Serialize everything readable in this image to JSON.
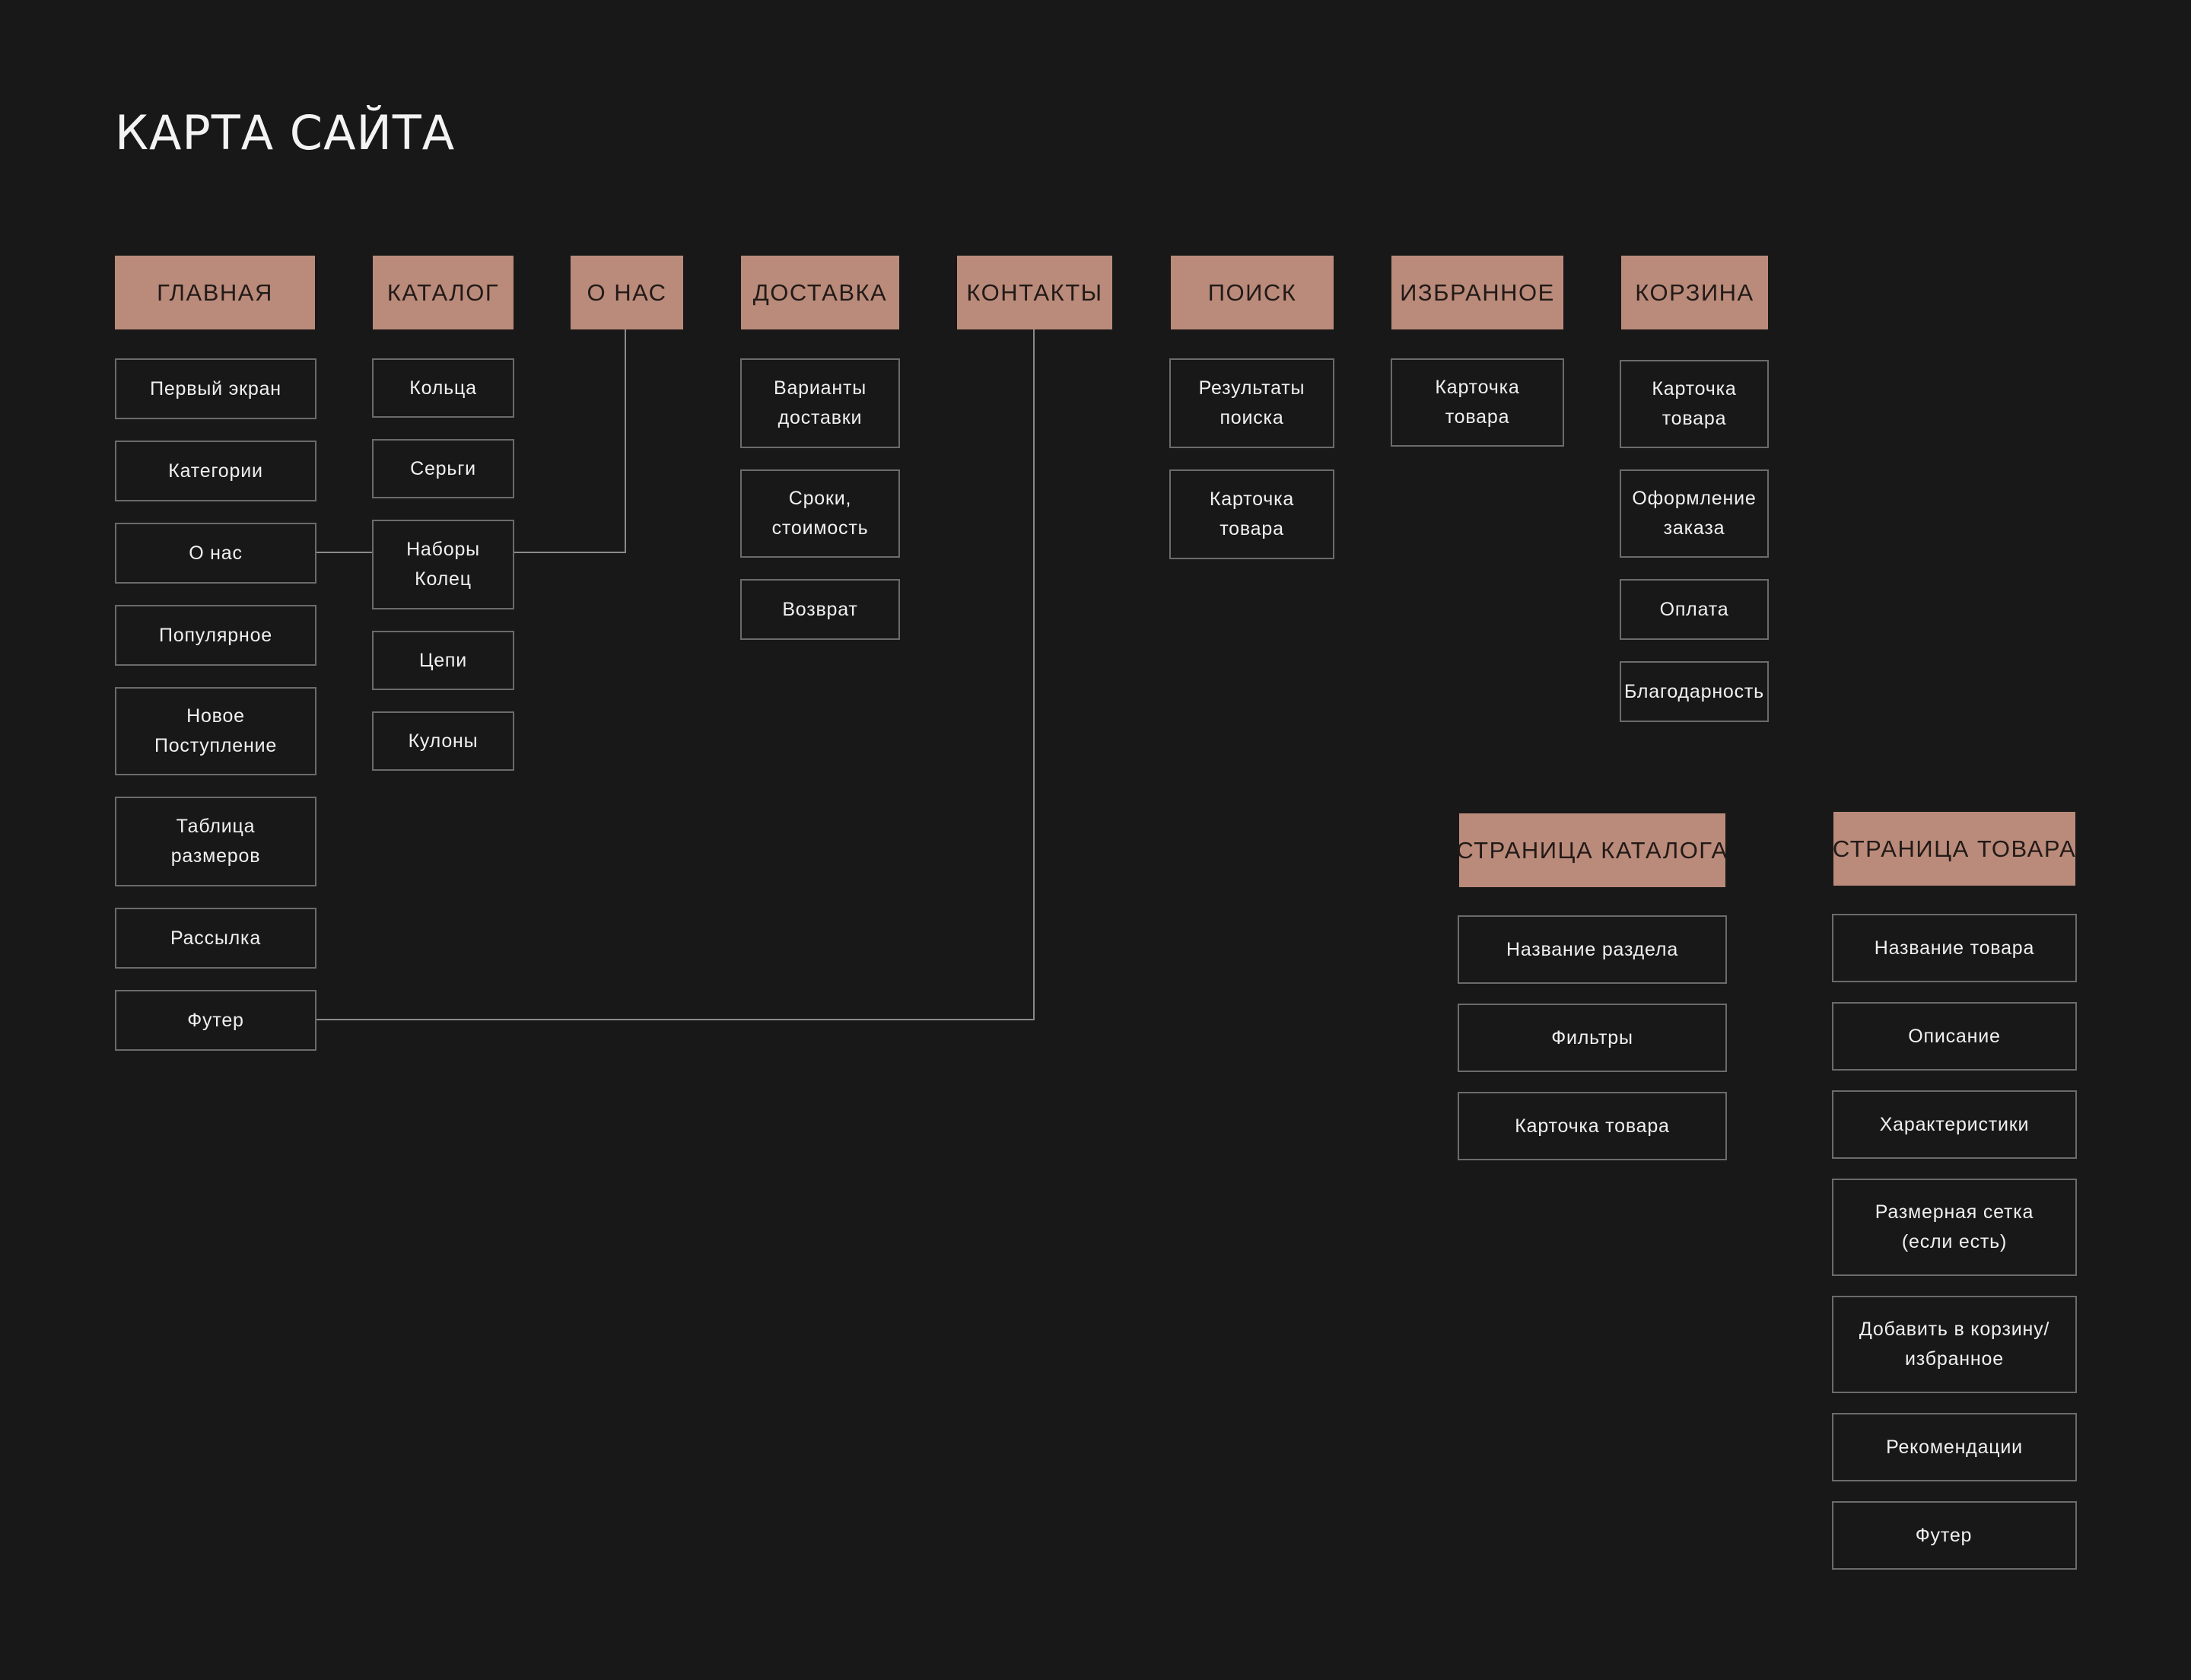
{
  "page_title": "КАРТА САЙТА",
  "colors": {
    "background": "#181818",
    "header_fill": "#ba8b7a",
    "header_text": "#221a18",
    "item_border": "#6b6b6b",
    "item_text": "#f0f0f0",
    "connector": "#8a8a8a"
  },
  "sections": {
    "main": {
      "title": "ГЛАВНАЯ",
      "items": [
        "Первый экран",
        "Категории",
        "О нас",
        "Популярное",
        "Новое\nПоступление",
        "Таблица\nразмеров",
        "Рассылка",
        "Футер"
      ]
    },
    "catalog": {
      "title": "КАТАЛОГ",
      "items": [
        "Кольца",
        "Серьги",
        "Наборы\nКолец",
        "Цепи",
        "Кулоны"
      ]
    },
    "about": {
      "title": "О НАС"
    },
    "delivery": {
      "title": "ДОСТАВКА",
      "items": [
        "Варианты\nдоставки",
        "Сроки,\nстоимость",
        "Возврат"
      ]
    },
    "contacts": {
      "title": "КОНТАКТЫ"
    },
    "search": {
      "title": "ПОИСК",
      "items": [
        "Результаты\nпоиска",
        "Карточка\nтовара"
      ]
    },
    "favorites": {
      "title": "ИЗБРАННОЕ",
      "items": [
        "Карточка\nтовара"
      ]
    },
    "cart": {
      "title": "КОРЗИНА",
      "items": [
        "Карточка\nтовара",
        "Оформление\nзаказа",
        "Оплата",
        "Благодарность"
      ]
    },
    "catalog_page": {
      "title": "СТРАНИЦА КАТАЛОГА",
      "items": [
        "Название раздела",
        "Фильтры",
        "Карточка товара"
      ]
    },
    "product_page": {
      "title": "СТРАНИЦА ТОВАРА",
      "items": [
        "Название товара",
        "Описание",
        "Характеристики",
        "Размерная сетка\n(если есть)",
        "Добавить в корзину/\nизбранное",
        "Рекомендации",
        "Футер"
      ]
    }
  }
}
